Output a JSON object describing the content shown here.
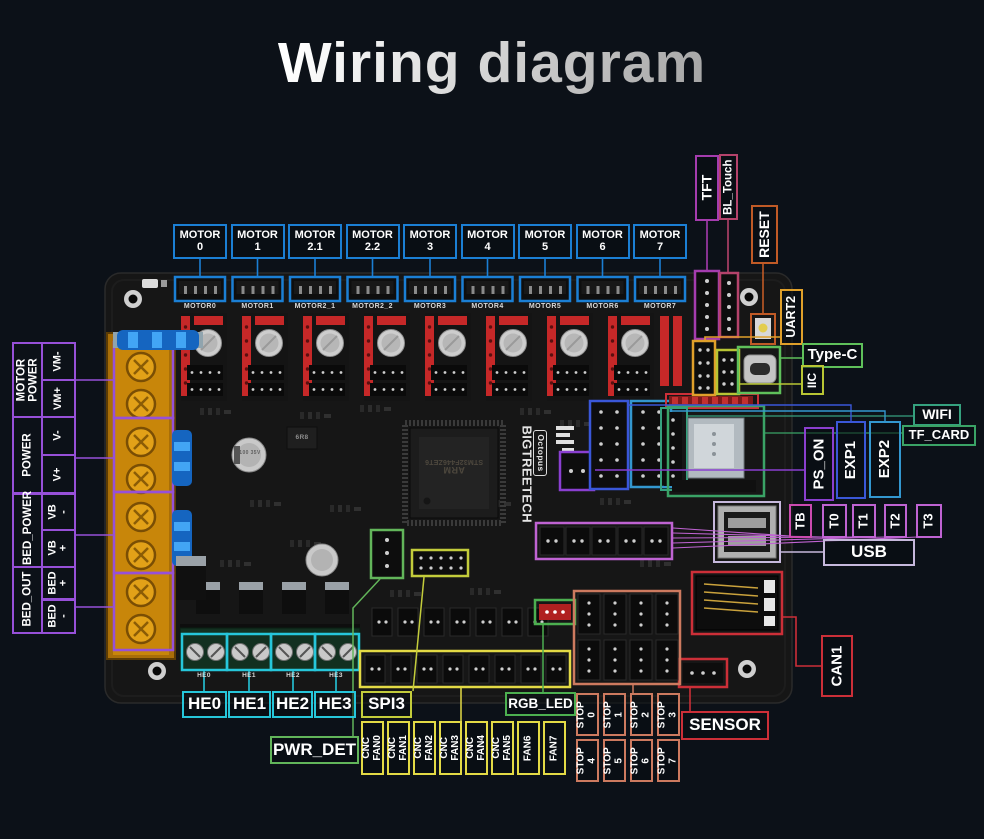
{
  "title": "Wiring diagram",
  "palette": {
    "background": "#0c1118",
    "motor_blue": "#1b7fd4",
    "power_purple": "#9750d8",
    "tft_purple": "#a53cae",
    "bltouch_pink": "#b5436b",
    "reset_orange": "#c05a26",
    "uart2_amber": "#e0a02a",
    "typec_green": "#5fc05a",
    "iic_yellowgreen": "#b8c534",
    "wifi_teal": "#35a17e",
    "tfcard_green": "#3aa366",
    "pson_purple": "#8a3fd0",
    "exp1_blue": "#3a57d8",
    "exp2_blue": "#3397cf",
    "tb_magenta": "#cb4bb0",
    "thermistor_orchid": "#bf63d2",
    "usb_lavender": "#c6b8dc",
    "can_red": "#cc2f38",
    "stop_salmon": "#cd7a5f",
    "he_cyan": "#26c6da",
    "spi3_yellow": "#c3cc3b",
    "rgb_green": "#4caf50",
    "pwrdet_green": "#62b55a",
    "fan_yellow": "#e3da45"
  },
  "motor_callouts": [
    [
      "MOTOR",
      "0"
    ],
    [
      "MOTOR",
      "1"
    ],
    [
      "MOTOR",
      "2.1"
    ],
    [
      "MOTOR",
      "2.2"
    ],
    [
      "MOTOR",
      "3"
    ],
    [
      "MOTOR",
      "4"
    ],
    [
      "MOTOR",
      "5"
    ],
    [
      "MOTOR",
      "6"
    ],
    [
      "MOTOR",
      "7"
    ]
  ],
  "board": {
    "brand": "BIGTREETECH",
    "model": "Octopus",
    "chip_brand": "ARM",
    "chip_model": "STM32F446ZET6",
    "inductor_marking": "6R8",
    "cap_marking": "100 35V",
    "silk_motors": [
      "MOTOR0",
      "MOTOR1",
      "MOTOR2_1",
      "MOTOR2_2",
      "MOTOR3",
      "MOTOR4",
      "MOTOR5",
      "MOTOR6",
      "MOTOR7"
    ],
    "silk_heaters": [
      "HE0",
      "HE1",
      "HE2",
      "HE3"
    ]
  },
  "power_table": {
    "groups": [
      {
        "name": "MOTOR POWER",
        "terminals": [
          "VM-",
          "VM+"
        ]
      },
      {
        "name": "POWER",
        "terminals": [
          "V-",
          "V+"
        ]
      },
      {
        "name": "BED_POWER",
        "terminals": [
          "VB\n-",
          "VB\n+"
        ]
      },
      {
        "name": "BED_OUT",
        "terminals": [
          "BED\n+",
          "BED\n-"
        ]
      }
    ]
  },
  "callouts": {
    "tft": "TFT",
    "bl_touch": "BL_Touch",
    "reset": "RESET",
    "uart2": "UART2",
    "type_c": "Type-C",
    "iic": "IIC",
    "wifi": "WIFI",
    "tf_card": "TF_CARD",
    "ps_on": "PS_ON",
    "exp1": "EXP1",
    "exp2": "EXP2",
    "thermistors": [
      "TB",
      "T0",
      "T1",
      "T2",
      "T3"
    ],
    "usb": "USB",
    "can1": "CAN1",
    "sensor": "SENSOR",
    "heaters": [
      "HE0",
      "HE1",
      "HE2",
      "HE3"
    ],
    "spi3": "SPI3",
    "rgb_led": "RGB_LED",
    "pwr_det": "PWR_DET",
    "fans": [
      [
        "CNC",
        "FAN0"
      ],
      [
        "CNC",
        "FAN1"
      ],
      [
        "CNC",
        "FAN2"
      ],
      [
        "CNC",
        "FAN3"
      ],
      [
        "CNC",
        "FAN4"
      ],
      [
        "CNC",
        "FAN5"
      ],
      [
        "FAN6"
      ],
      [
        "FAN7"
      ]
    ],
    "stops": [
      [
        "STOP",
        "0"
      ],
      [
        "STOP",
        "1"
      ],
      [
        "STOP",
        "2"
      ],
      [
        "STOP",
        "3"
      ],
      [
        "STOP",
        "4"
      ],
      [
        "STOP",
        "5"
      ],
      [
        "STOP",
        "6"
      ],
      [
        "STOP",
        "7"
      ]
    ]
  }
}
